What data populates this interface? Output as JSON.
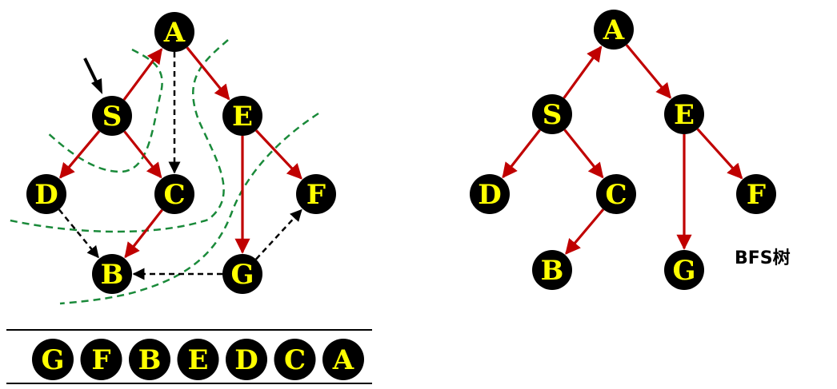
{
  "graph": {
    "nodes": [
      "A",
      "S",
      "E",
      "D",
      "C",
      "F",
      "B",
      "G"
    ],
    "tree_edges": [
      [
        "S",
        "A"
      ],
      [
        "A",
        "E"
      ],
      [
        "S",
        "D"
      ],
      [
        "S",
        "C"
      ],
      [
        "E",
        "F"
      ],
      [
        "E",
        "G"
      ],
      [
        "C",
        "B"
      ]
    ],
    "non_tree_edges": [
      [
        "A",
        "C"
      ],
      [
        "D",
        "B"
      ],
      [
        "G",
        "B"
      ],
      [
        "G",
        "F"
      ]
    ],
    "start_node": "S"
  },
  "queue": {
    "items": [
      "G",
      "F",
      "B",
      "E",
      "D",
      "C",
      "A"
    ]
  },
  "tree": {
    "nodes": [
      "A",
      "S",
      "E",
      "D",
      "C",
      "F",
      "B",
      "G"
    ],
    "edges": [
      [
        "S",
        "A"
      ],
      [
        "A",
        "E"
      ],
      [
        "S",
        "D"
      ],
      [
        "S",
        "C"
      ],
      [
        "E",
        "F"
      ],
      [
        "E",
        "G"
      ],
      [
        "C",
        "B"
      ]
    ],
    "caption": "BFS树"
  },
  "colors": {
    "node_fill": "#000000",
    "node_label": "#ffff00",
    "tree_edge": "#c00000",
    "non_tree_edge": "#000000",
    "level_boundary": "#1a8a3a",
    "start_arrow": "#000000"
  }
}
